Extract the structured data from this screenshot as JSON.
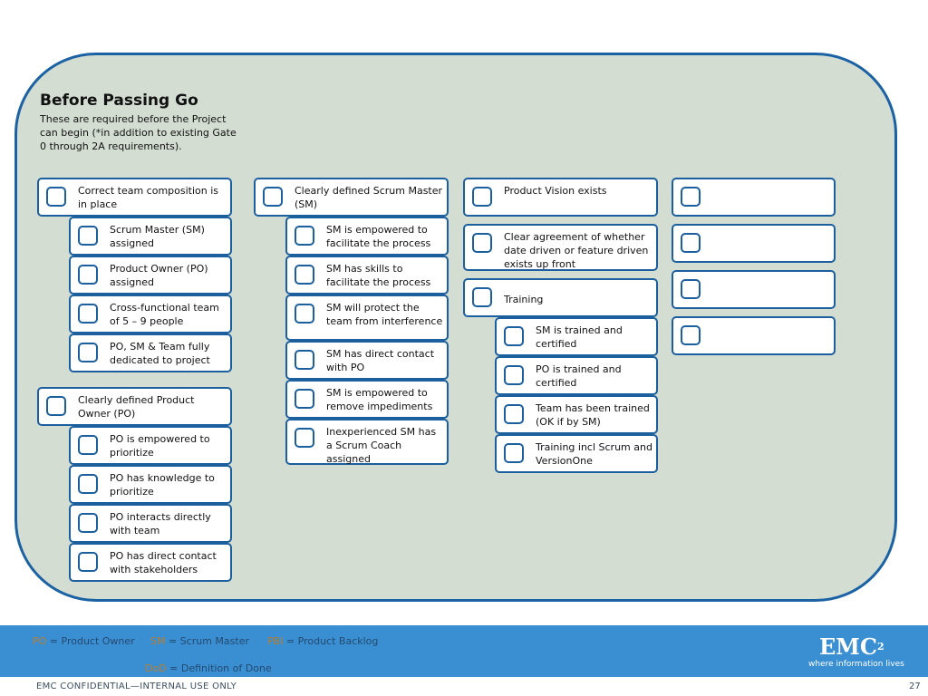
{
  "slide": {
    "title": "Before Passing Go",
    "intro": "These are required before the Project can begin (*in addition to existing Gate 0 through 2A requirements)."
  },
  "columns": [
    {
      "items": [
        {
          "label": "Correct team composition is in place"
        },
        {
          "label": "Scrum Master (SM) assigned"
        },
        {
          "label": "Product Owner (PO) assigned"
        },
        {
          "label": "Cross-functional team of 5 – 9 people"
        },
        {
          "label": "PO, SM & Team fully dedicated to project"
        },
        {
          "label": "Clearly defined Product Owner (PO)"
        },
        {
          "label": "PO is empowered to prioritize"
        },
        {
          "label": "PO has knowledge to prioritize"
        },
        {
          "label": "PO interacts directly with team"
        },
        {
          "label": "PO has direct contact with stakeholders"
        }
      ]
    },
    {
      "items": [
        {
          "label": "Clearly defined Scrum Master (SM)"
        },
        {
          "label": "SM is empowered to facilitate the process"
        },
        {
          "label": "SM has skills to facilitate the process"
        },
        {
          "label": "SM will protect the team  from interference"
        },
        {
          "label": "SM has direct contact with PO"
        },
        {
          "label": "SM is empowered to remove impediments"
        },
        {
          "label": "Inexperienced SM has a Scrum Coach assigned"
        }
      ]
    },
    {
      "items": [
        {
          "label": "Product Vision exists"
        },
        {
          "label": "Clear agreement of whether date driven or feature driven exists up front"
        },
        {
          "label": "Training"
        },
        {
          "label": "SM is trained and certified"
        },
        {
          "label": "PO is trained and certified"
        },
        {
          "label": "Team has  been trained (OK if by SM)"
        },
        {
          "label": "Training incl Scrum and VersionOne"
        }
      ]
    }
  ],
  "legend": [
    {
      "abbr": "PO",
      "text": " = Product Owner"
    },
    {
      "abbr": "SM",
      "text": " = Scrum Master"
    },
    {
      "abbr": "PBI",
      "text": " = Product Backlog"
    },
    {
      "abbr": "DoD",
      "text": " = Definition of Done"
    }
  ],
  "logo": {
    "brand": "EMC",
    "superscript": "2",
    "tagline": "where information lives"
  },
  "footer": {
    "confidential": "EMC CONFIDENTIAL—INTERNAL USE ONLY",
    "page": "27"
  },
  "colors": {
    "accent": "#1b62a4",
    "panel": "#d3ddd2",
    "footer_bar": "#3a8fd3",
    "legend_abbr": "#b87d2c"
  }
}
